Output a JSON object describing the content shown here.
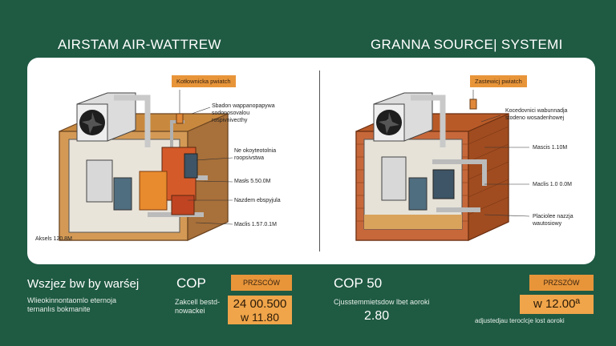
{
  "titles": {
    "left": "AIRSTAM AIR-WATTREW",
    "right": "GRANNA SOURCE| SYSTEMI"
  },
  "left_panel": {
    "tag": "Kotłownicka pwiatch",
    "notes": [
      "Sbadon wappanopapywa\nsodonosovalou\nrospivnivecthy",
      "Ne okoyteotolnia\nroopsivstwa",
      "Masłs 5.50.0M",
      "Nazdem ebspyjula",
      "Maclis 1.57.0.1M"
    ],
    "corner_note": "Aksels 120.8M"
  },
  "right_panel": {
    "tag": "Zastewicj pwiatch",
    "notes": [
      "Kocedovnici wabunnadja\nstodeno wosadenhowej",
      "Mascis 1.10M",
      "Maclis 1.0 0.0M",
      "Placiolee nazzja\nwautosiowy"
    ]
  },
  "bottom": {
    "left_heading": "Wszjez bw by warśej",
    "left_sub": "Wlieokinnontaomlo eternoja\nternanlıs bokmanite",
    "cop_left": "COP",
    "badge_left": "PRZSCÓW",
    "mid_sub": "Zakcell bestd-\nnowackei",
    "value_box_line1": "24 00.500",
    "value_box_line2": "w 11.80",
    "cop_right": "COP 50",
    "badge_right": "PRZSZÓW",
    "right_sub": "Cjusstemmietsdow lbet aoroki",
    "right_value": "2.80",
    "price_box": "w 12.00ª",
    "footnote": "adjustedjau teroclcje lost aoroki"
  },
  "colors": {
    "background": "#1f5a43",
    "accent": "#e8953a",
    "brick": "#c0602a",
    "soil": "#c8893f"
  }
}
